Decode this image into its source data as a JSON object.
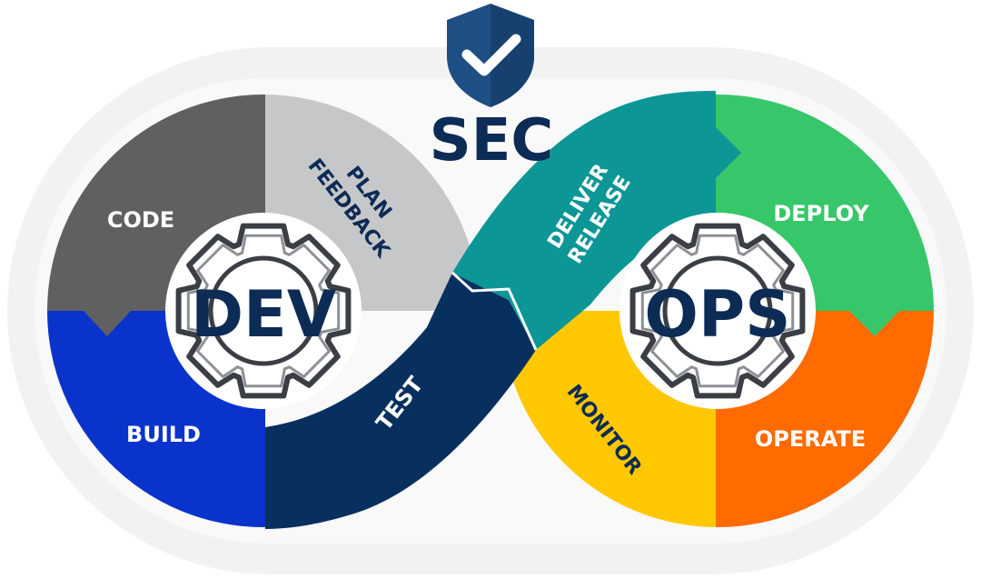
{
  "sec": {
    "label": "SEC",
    "icon": "shield-check-icon"
  },
  "hubs": {
    "dev": "DEV",
    "ops": "OPS"
  },
  "stages": {
    "code": "CODE",
    "plan": "PLAN",
    "feedback": "FEEDBACK",
    "build": "BUILD",
    "test": "TEST",
    "deliver": "DELIVER",
    "release": "RELEASE",
    "deploy": "DEPLOY",
    "operate": "OPERATE",
    "monitor": "MONITOR"
  },
  "colors": {
    "frame": "#f2f2f3",
    "code": "#606062",
    "plan": "#c6c7c9",
    "build": "#0a33cc",
    "test": "#08305f",
    "deliver": "#0c9696",
    "deploy": "#37c76a",
    "operate": "#ff6b00",
    "monitor": "#ffc800",
    "navy": "#0c2b55",
    "shield": "#1f4e85"
  }
}
